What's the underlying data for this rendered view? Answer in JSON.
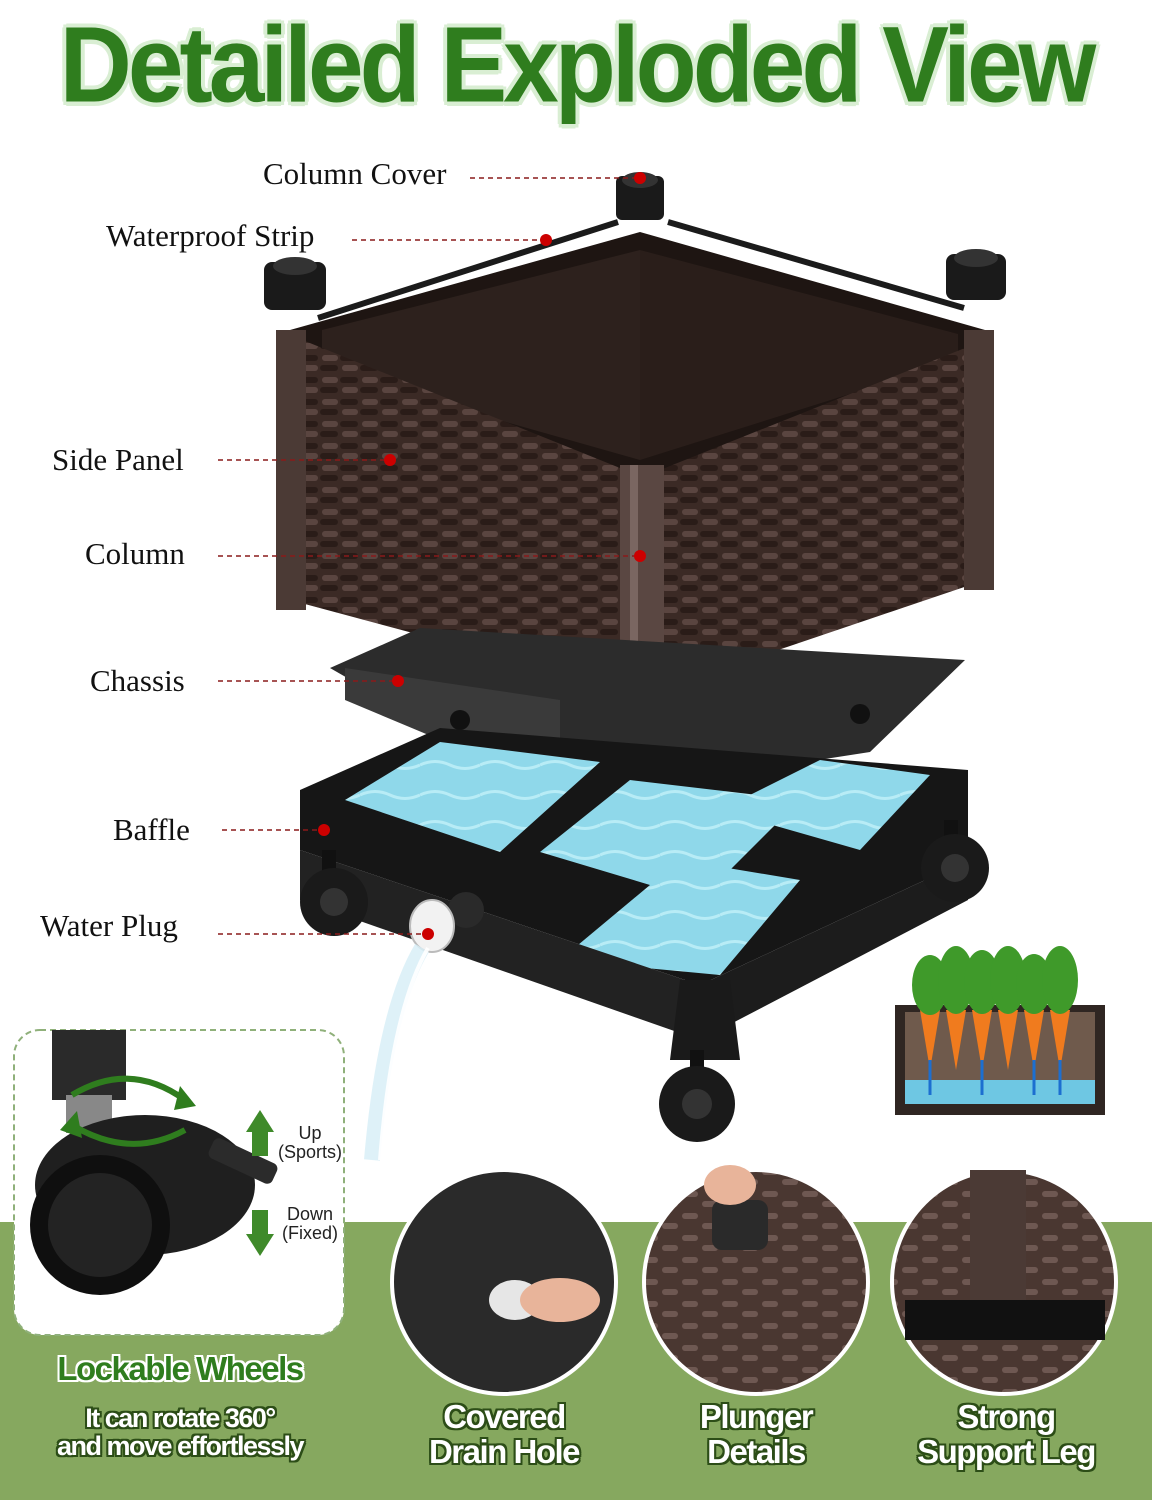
{
  "title": "Detailed Exploded View",
  "parts": {
    "column_cover": "Column Cover",
    "waterproof_strip": "Waterproof Strip",
    "side_panel": "Side Panel",
    "column": "Column",
    "chassis": "Chassis",
    "baffle": "Baffle",
    "water_plug": "Water Plug"
  },
  "wheel_inset": {
    "up": "Up",
    "up_sub": "(Sports)",
    "down": "Down",
    "down_sub": "(Fixed)"
  },
  "features": {
    "lockable_title": "Lockable Wheels",
    "lockable_line1": "It can rotate 360°",
    "lockable_line2": "and move effortlessly",
    "drain_line1": "Covered",
    "drain_line2": "Drain Hole",
    "plunger_line1": "Plunger",
    "plunger_line2": "Details",
    "leg_line1": "Strong",
    "leg_line2": "Support Leg"
  },
  "colors": {
    "brand_green": "#2f7d1e",
    "band_green": "#86a85f",
    "wicker_brown": "#3b2a25",
    "water_blue": "#8fd8ea",
    "pointer_red": "#cc0000"
  }
}
